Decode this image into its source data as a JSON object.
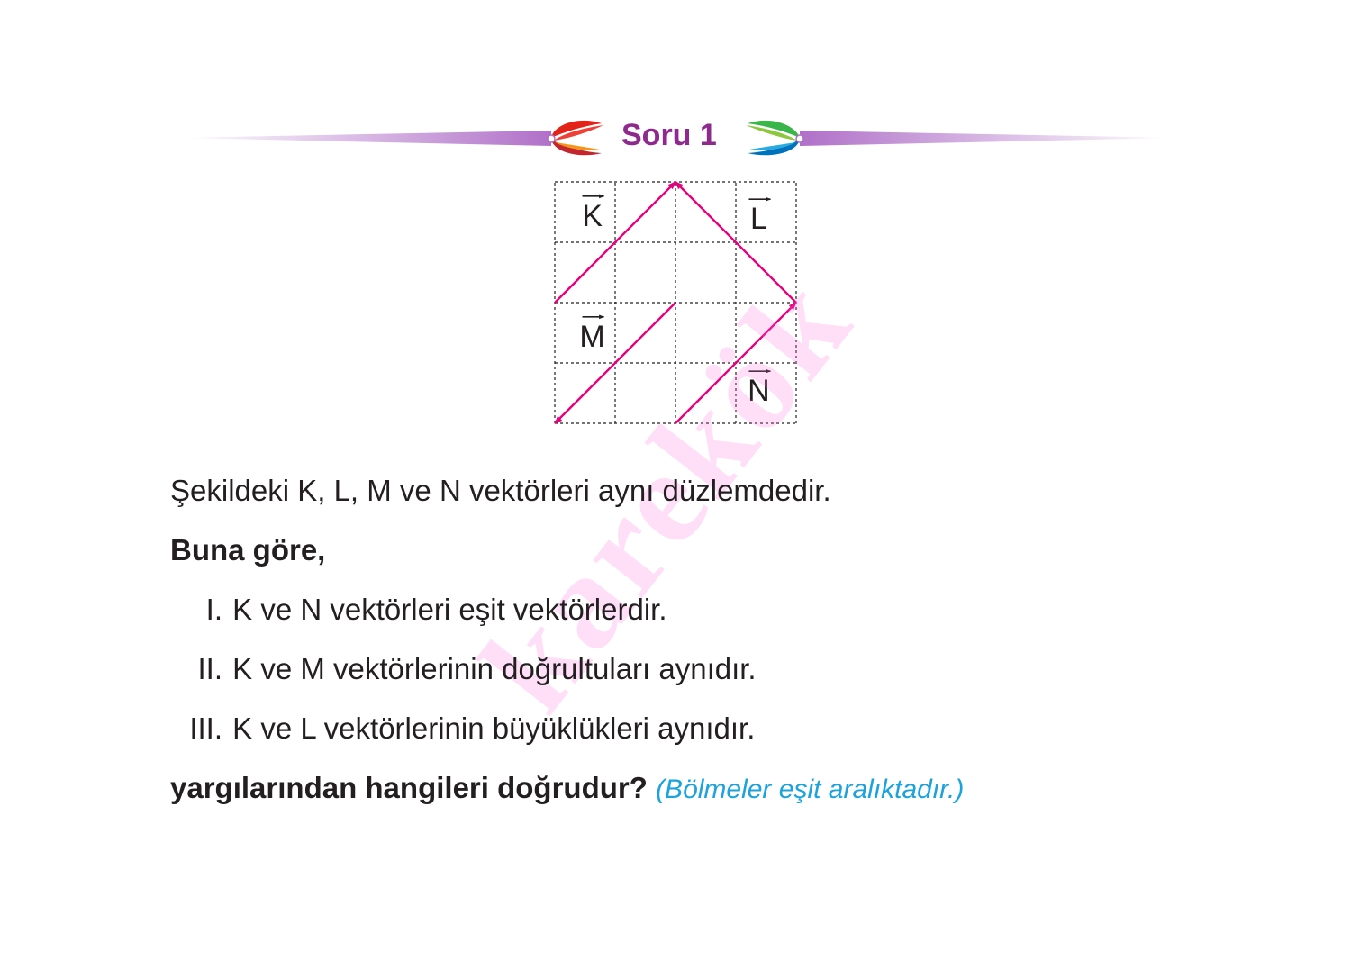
{
  "header": {
    "title": "Soru 1"
  },
  "figure": {
    "grid": {
      "cols": 4,
      "rows": 4
    },
    "vectors": [
      {
        "label": "K",
        "from": [
          0,
          2
        ],
        "to": [
          2,
          4
        ]
      },
      {
        "label": "L",
        "from": [
          4,
          2
        ],
        "to": [
          2,
          4
        ]
      },
      {
        "label": "M",
        "from": [
          2,
          2
        ],
        "to": [
          0,
          0
        ]
      },
      {
        "label": "N",
        "from": [
          2,
          0
        ],
        "to": [
          4,
          2
        ]
      }
    ],
    "vector_color": "#e6007e"
  },
  "watermark": "karekök",
  "question": {
    "intro": "Şekildeki K, L, M ve N vektörleri aynı düzlemdedir.",
    "lead": "Buna göre,",
    "statements": [
      {
        "num": "I.",
        "text": "K ve N vektörleri eşit vektörlerdir."
      },
      {
        "num": "II.",
        "text": "K ve M vektörlerinin doğrultuları aynıdır."
      },
      {
        "num": "III.",
        "text": "K ve L  vektörlerinin büyüklükleri aynıdır."
      }
    ],
    "ask": "yargılarından hangileri doğrudur?",
    "note": "(Bölmeler eşit aralıktadır.)"
  },
  "colors": {
    "title": "#8e2a8d",
    "note": "#1aa3dc",
    "banner": "#b070c8",
    "swoosh_left": "#e2231a",
    "swoosh_right": "#39b54a"
  }
}
